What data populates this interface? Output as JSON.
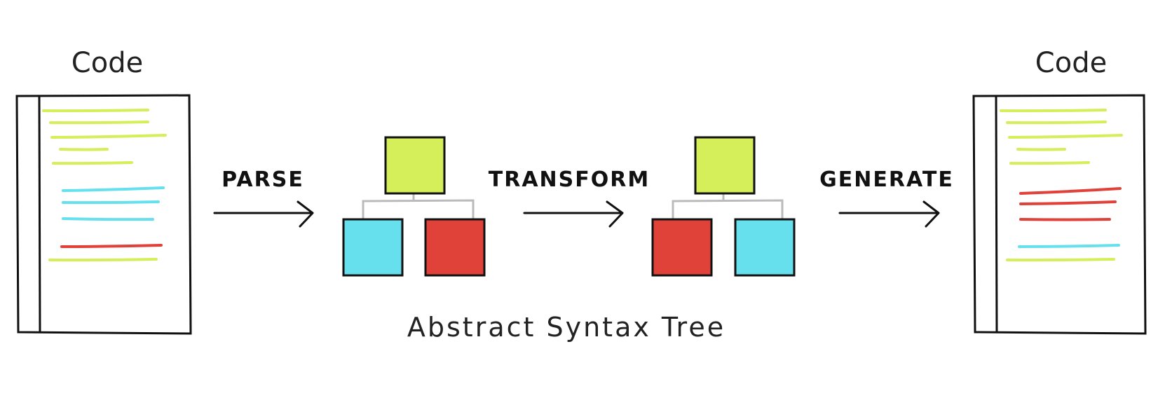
{
  "labels": {
    "left_title": "Code",
    "right_title": "Code",
    "parse": "PARSE",
    "transform": "TRANSFORM",
    "generate": "GENERATE",
    "ast_caption": "Abstract Syntax Tree"
  },
  "colors": {
    "green": "#d4ef5a",
    "cyan": "#66e0ec",
    "red": "#e0423a",
    "ink": "#111111",
    "connector_gray": "#bbbbbb"
  },
  "left_document": {
    "code_line_colors": [
      "green",
      "green",
      "green",
      "green",
      "green",
      "cyan",
      "cyan",
      "cyan",
      "red",
      "green"
    ]
  },
  "right_document": {
    "code_line_colors": [
      "green",
      "green",
      "green",
      "green",
      "green",
      "red",
      "red",
      "red",
      "cyan",
      "green"
    ]
  },
  "ast_before": {
    "root": "green",
    "children": [
      "cyan",
      "red"
    ]
  },
  "ast_after": {
    "root": "green",
    "children": [
      "red",
      "cyan"
    ]
  }
}
